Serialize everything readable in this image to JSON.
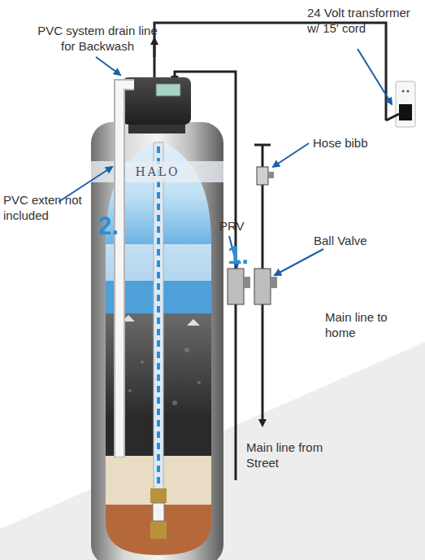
{
  "diagram": {
    "labels": [
      "24 Volt transformer w/ 15' cord",
      "PVC system drain line for Backwash",
      "Hose bibb",
      "PVC exten not included",
      "PRV",
      "Ball Valve",
      "Main line to home",
      "Main line from Street",
      "2.",
      "1.",
      "HALO"
    ]
  }
}
